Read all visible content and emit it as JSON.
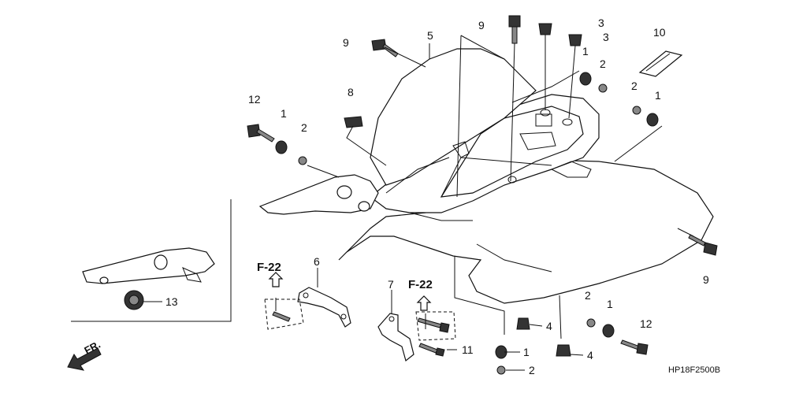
{
  "callouts": {
    "p1a": "1",
    "p1b": "1",
    "p1c": "1",
    "p1d": "1",
    "p1e": "1",
    "p2a": "2",
    "p2b": "2",
    "p2c": "2",
    "p2d": "2",
    "p2e": "2",
    "p3a": "3",
    "p3b": "3",
    "p4a": "4",
    "p4b": "4",
    "p5": "5",
    "p6": "6",
    "p7": "7",
    "p8": "8",
    "p9a": "9",
    "p9b": "9",
    "p9c": "9",
    "p10": "10",
    "p11": "11",
    "p12a": "12",
    "p12b": "12",
    "p13": "13"
  },
  "references": {
    "ref_left": "F-22",
    "ref_right": "F-22"
  },
  "front_label": "FR.",
  "diagram_code": "HP18F2500B"
}
